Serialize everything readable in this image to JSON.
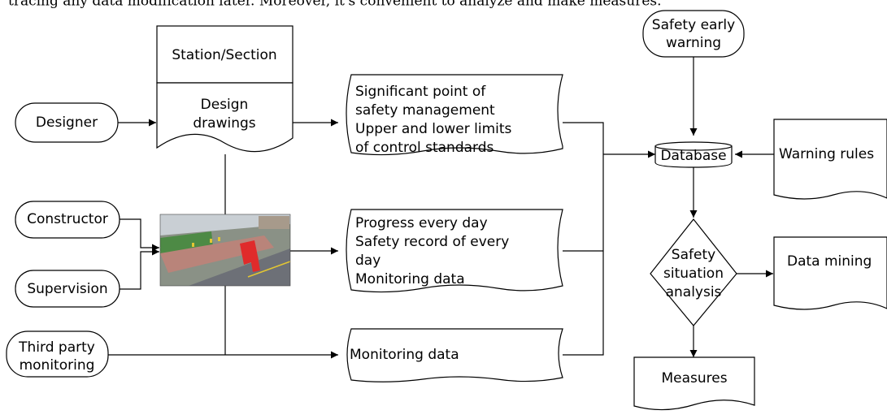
{
  "top_clipped_text": "tracing any data modification later. Moreover, it's convenient to analyze and make measures.",
  "nodes": {
    "designer": "Designer",
    "constructor": "Constructor",
    "supervision": "Supervision",
    "third_party": [
      "Third party",
      "monitoring"
    ],
    "station_section": "Station/Section",
    "design_drawings": [
      "Design",
      "drawings"
    ],
    "doc_top": [
      "Significant point of",
      "safety management",
      " Upper and lower limits",
      "of control standards"
    ],
    "doc_middle": [
      "Progress every day",
      "Safety record of every",
      "day",
      "Monitoring data"
    ],
    "doc_bottom": "Monitoring data",
    "safety_warning": [
      "Safety early",
      "warning"
    ],
    "database": "Database",
    "warning_rules": "Warning rules",
    "decision": [
      "Safety",
      "situation",
      "analysis"
    ],
    "data_mining": "Data mining",
    "measures": "Measures"
  },
  "photo": {
    "icon": "construction-site-render-image",
    "colors": {
      "sky": "#c9cfd4",
      "ground": "#8a9186",
      "green": "#4d8a45",
      "track": "#b9847a",
      "red": "#e02b2b",
      "road": "#6d7077",
      "yellow": "#e3c633"
    }
  }
}
